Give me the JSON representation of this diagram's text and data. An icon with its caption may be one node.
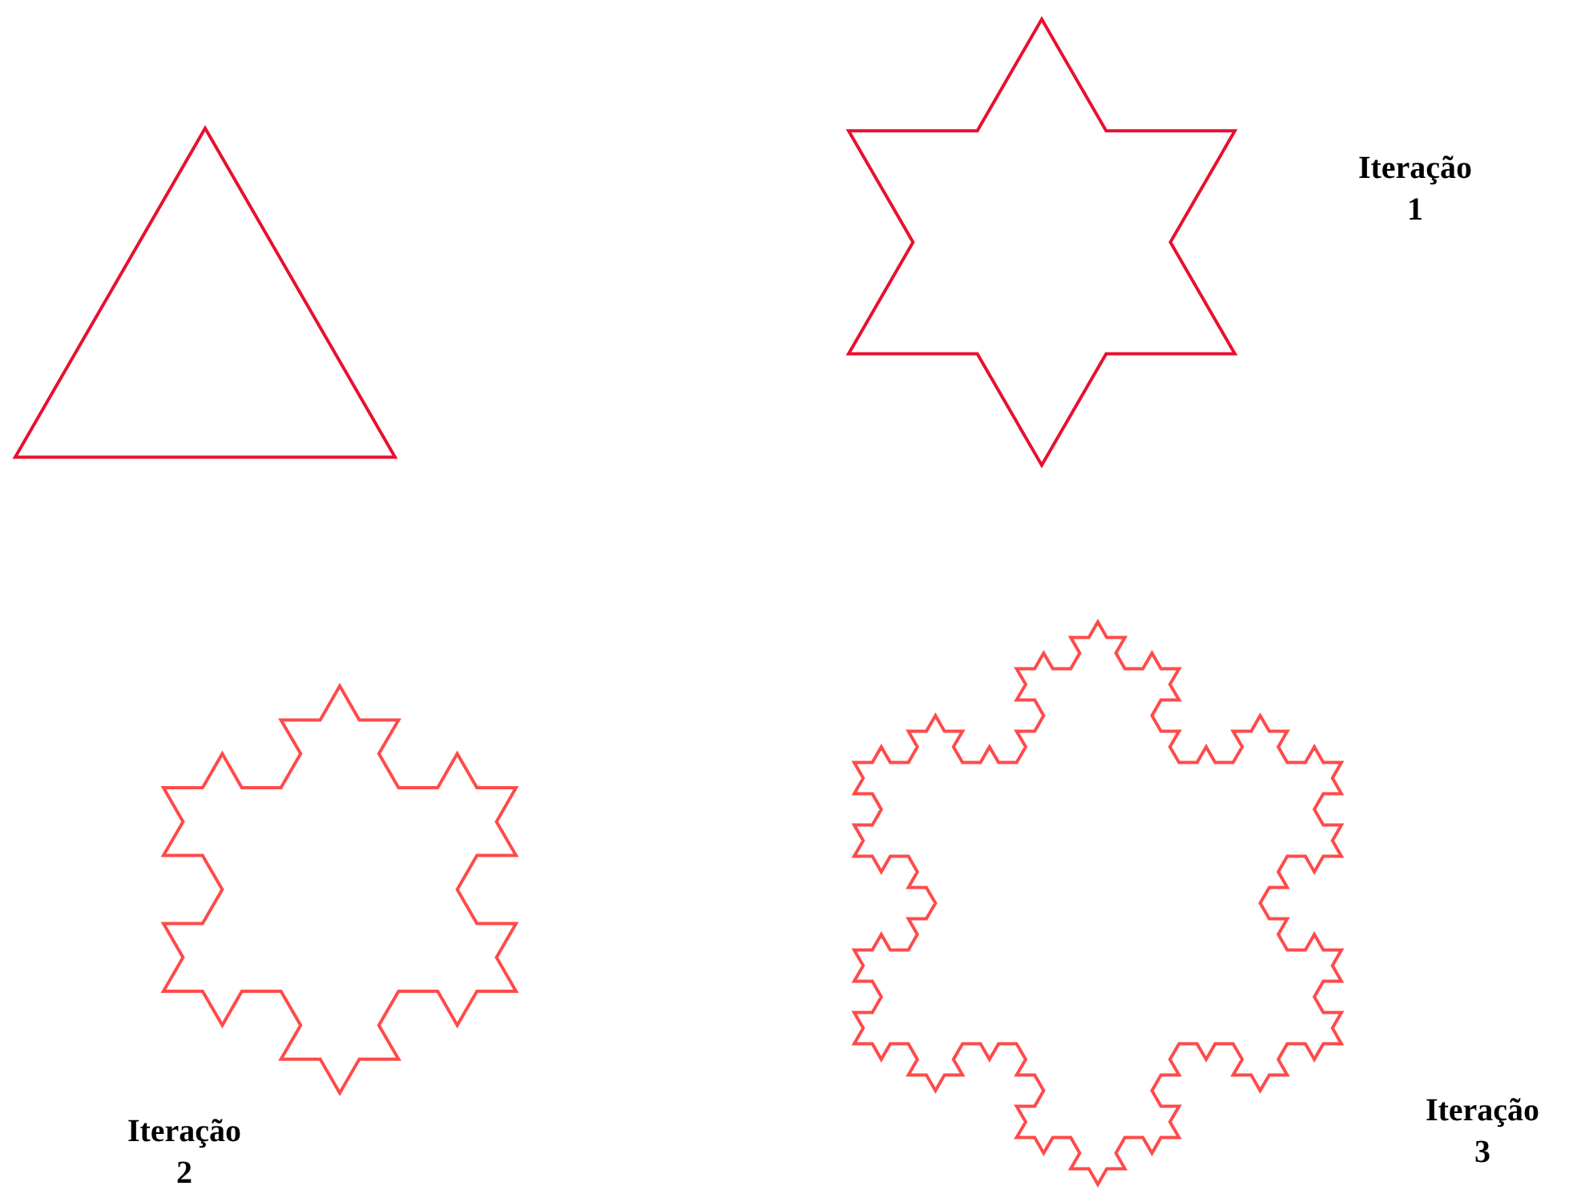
{
  "diagram": {
    "labels": [
      "Iteração 1",
      "Iteração 2",
      "Iteração 3"
    ]
  }
}
